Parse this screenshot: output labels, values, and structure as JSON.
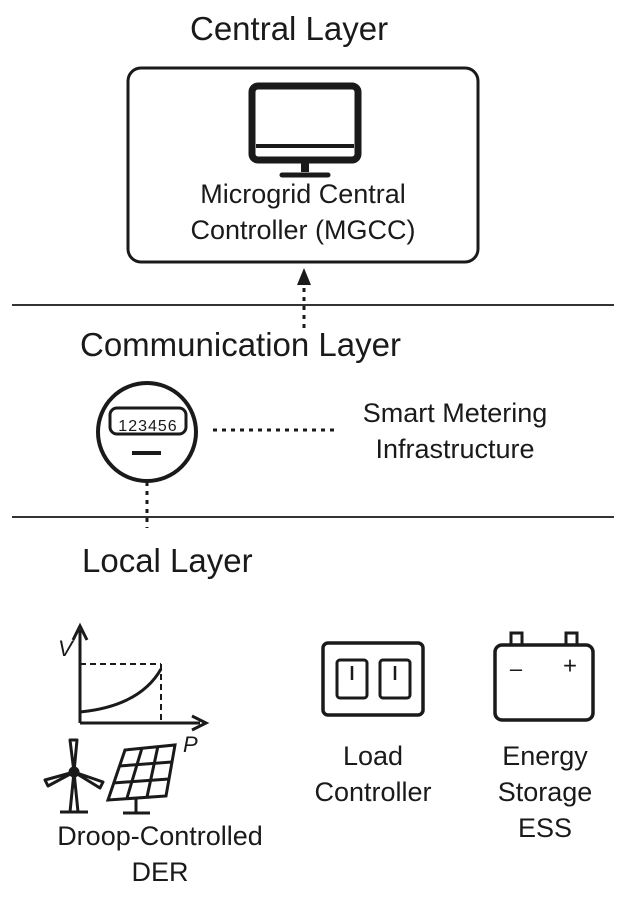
{
  "layers": {
    "central": "Central Layer",
    "communication": "Communication Layer",
    "local": "Local Layer"
  },
  "mgcc": {
    "line1": "Microgrid Central",
    "line2": "Controller (MGCC)"
  },
  "meter": {
    "display": "123456",
    "label_line1": "Smart Metering",
    "label_line2": "Infrastructure"
  },
  "der": {
    "axis_v": "V",
    "axis_p": "P",
    "label_line1": "Droop-Controlled",
    "label_line2": "DER"
  },
  "load": {
    "label_line1": "Load",
    "label_line2": "Controller"
  },
  "storage": {
    "minus": "–",
    "plus": "+",
    "label_line1": "Energy",
    "label_line2": "Storage",
    "label_line3": "ESS"
  }
}
